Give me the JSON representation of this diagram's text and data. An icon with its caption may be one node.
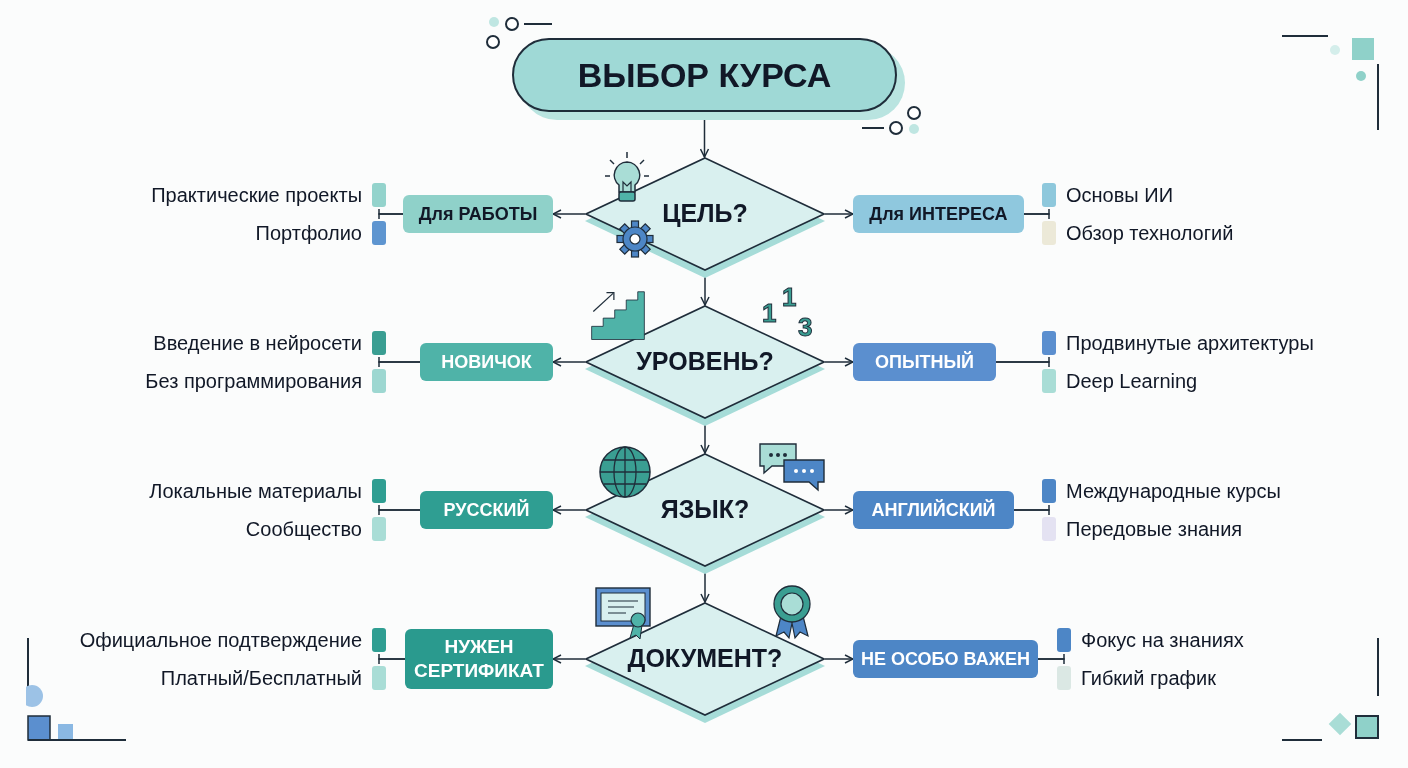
{
  "diagram": {
    "nodes": [
      {
        "text": [
          "ВЫБОР КУРСА"
        ]
      },
      {
        "text": [
          "Практические проекты"
        ]
      },
      {
        "text": [
          "Портфолио"
        ]
      },
      {
        "text": [
          "Для РАБОТЫ"
        ]
      },
      {
        "text": [
          "ЦЕЛЬ?"
        ]
      },
      {
        "text": [
          "Для ИНТЕРЕСА"
        ]
      },
      {
        "text": [
          "Основы ИИ"
        ]
      },
      {
        "text": [
          "Обзор технологий"
        ]
      },
      {
        "text": [
          "Введение в нейросети"
        ]
      },
      {
        "text": [
          "Без программирования"
        ]
      },
      {
        "text": [
          "НОВИЧОК"
        ]
      },
      {
        "text": [
          "УРОВЕНЬ?"
        ]
      },
      {
        "text": [
          "ОПЫТНЫЙ"
        ]
      },
      {
        "text": [
          "Продвинутые архитектуры"
        ]
      },
      {
        "text": [
          "Deep Learning"
        ]
      },
      {
        "text": [
          "Локальные материалы"
        ]
      },
      {
        "text": [
          "Сообщество"
        ]
      },
      {
        "text": [
          "РУССКИЙ"
        ]
      },
      {
        "text": [
          "ЯЗЫК?"
        ]
      },
      {
        "text": [
          "АНГЛИЙСКИЙ"
        ]
      },
      {
        "text": [
          "Международные курсы"
        ]
      },
      {
        "text": [
          "Передовые знания"
        ]
      },
      {
        "text": [
          "Официальное подтверждение"
        ]
      },
      {
        "text": [
          "Платный/Бесплатный"
        ]
      },
      {
        "text": [
          "НУЖЕН СЕРТИФИКАТ"
        ]
      },
      {
        "text": [
          "ДОКУМЕНТ?"
        ]
      },
      {
        "text": [
          "НЕ ОСОБО ВАЖЕН"
        ]
      },
      {
        "text": [
          "Фокус на знаниях"
        ]
      },
      {
        "text": [
          "Гибкий график"
        ]
      }
    ],
    "edges": [
      {
        "from": 0,
        "to": 4,
        "arrow": "to"
      },
      {
        "from": 4,
        "to": 3,
        "arrow": "to"
      },
      {
        "from": 4,
        "to": 5,
        "arrow": "to"
      },
      {
        "from": 4,
        "to": 11,
        "arrow": "to"
      },
      {
        "from": 11,
        "to": 10,
        "arrow": "to"
      },
      {
        "from": 11,
        "to": 12,
        "arrow": "to"
      },
      {
        "from": 11,
        "to": 18,
        "arrow": "to"
      },
      {
        "from": 18,
        "to": 17,
        "arrow": "to"
      },
      {
        "from": 18,
        "to": 19,
        "arrow": "to"
      },
      {
        "from": 18,
        "to": 25,
        "arrow": "to"
      },
      {
        "from": 25,
        "to": 24,
        "arrow": "to"
      },
      {
        "from": 25,
        "to": 26,
        "arrow": "to"
      },
      {
        "from": 3,
        "to": 1,
        "arrow": "none"
      },
      {
        "from": 3,
        "to": 2,
        "arrow": "none"
      },
      {
        "from": 5,
        "to": 6,
        "arrow": "none"
      },
      {
        "from": 5,
        "to": 7,
        "arrow": "none"
      },
      {
        "from": 10,
        "to": 8,
        "arrow": "none"
      },
      {
        "from": 10,
        "to": 9,
        "arrow": "none"
      },
      {
        "from": 12,
        "to": 13,
        "arrow": "none"
      },
      {
        "from": 12,
        "to": 14,
        "arrow": "none"
      },
      {
        "from": 17,
        "to": 15,
        "arrow": "none"
      },
      {
        "from": 17,
        "to": 16,
        "arrow": "none"
      },
      {
        "from": 19,
        "to": 20,
        "arrow": "none"
      },
      {
        "from": 19,
        "to": 21,
        "arrow": "none"
      },
      {
        "from": 24,
        "to": 22,
        "arrow": "none"
      },
      {
        "from": 24,
        "to": 23,
        "arrow": "none"
      },
      {
        "from": 26,
        "to": 27,
        "arrow": "none"
      },
      {
        "from": 26,
        "to": 28,
        "arrow": "none"
      }
    ],
    "labels": [
      "1",
      "1",
      "3"
    ]
  }
}
